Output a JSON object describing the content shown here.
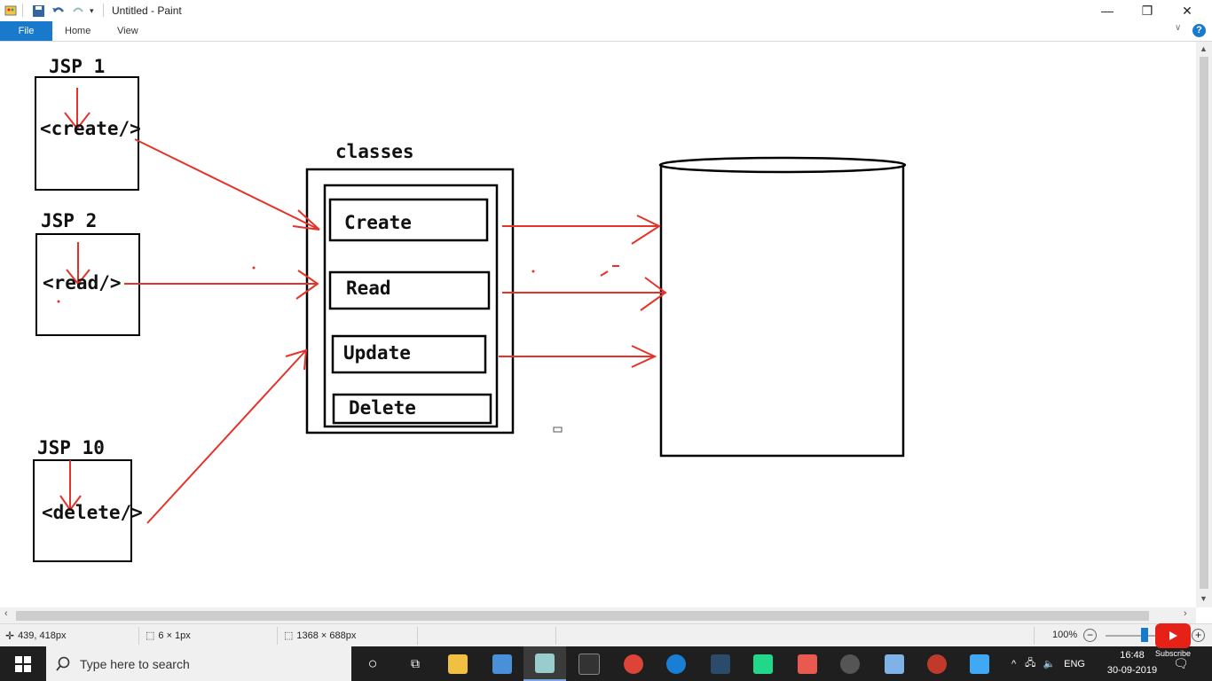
{
  "titlebar": {
    "title": "Untitled - Paint",
    "minimize_icon": "minimize-icon",
    "maximize_icon": "restore-icon",
    "close_icon": "close-icon"
  },
  "ribbon": {
    "tabs": [
      "File",
      "Home",
      "View"
    ]
  },
  "drawing": {
    "jsp1_label": "JSP 1",
    "jsp1_tag": "<create/>",
    "jsp2_label": "JSP 2",
    "jsp2_tag": "<read/>",
    "jsp10_label": "JSP 10",
    "jsp10_tag": "<delete/>",
    "classes_label": "classes",
    "methods": [
      "Create",
      "Read",
      "Update",
      "Delete"
    ],
    "arrow_color": "#e53329"
  },
  "statusbar": {
    "cursor_pos": "439, 418px",
    "selection_size": "6 × 1px",
    "canvas_size": "1368 × 688px",
    "zoom": "100%"
  },
  "taskbar": {
    "search_placeholder": "Type here to search",
    "language": "ENG",
    "time": "16:48",
    "date": "30-09-2019",
    "subscribe": "Subscribe"
  }
}
